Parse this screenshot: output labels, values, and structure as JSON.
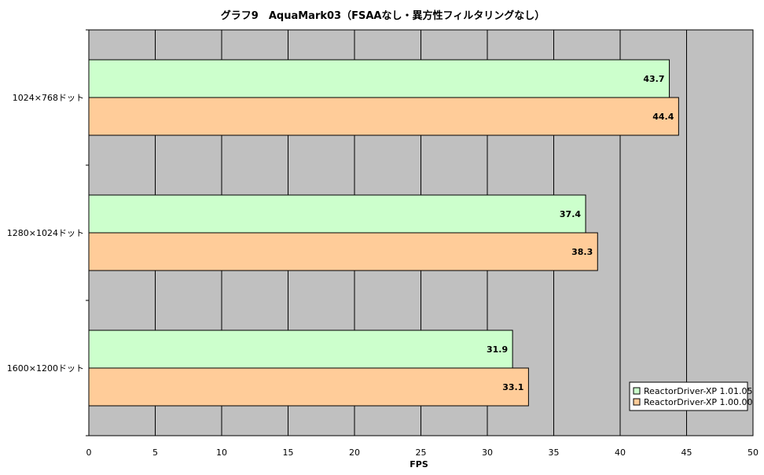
{
  "chart_data": {
    "type": "bar",
    "orientation": "horizontal",
    "title": "グラフ9　AquaMark03（FSAAなし・異方性フィルタリングなし）",
    "xlabel": "FPS",
    "ylabel": "",
    "xlim": [
      0,
      50
    ],
    "x_ticks": [
      "0",
      "5",
      "10",
      "15",
      "20",
      "25",
      "30",
      "35",
      "40",
      "45",
      "50"
    ],
    "categories": [
      "1024×768ドット",
      "1280×1024ドット",
      "1600×1200ドット"
    ],
    "series": [
      {
        "name": "ReactorDriver-XP 1.01.05",
        "values": [
          43.7,
          37.4,
          31.9
        ],
        "labels": [
          "43.7",
          "37.4",
          "31.9"
        ]
      },
      {
        "name": "ReactorDriver-XP 1.00.00",
        "values": [
          44.4,
          38.3,
          33.1
        ],
        "labels": [
          "44.4",
          "38.3",
          "33.1"
        ]
      }
    ],
    "grid": true,
    "legend_position": "bottom-right",
    "colors": {
      "plot_bg": "#c0c0c0",
      "grid": "#000000",
      "series": [
        "#ccffcc",
        "#ffcc99"
      ]
    }
  }
}
